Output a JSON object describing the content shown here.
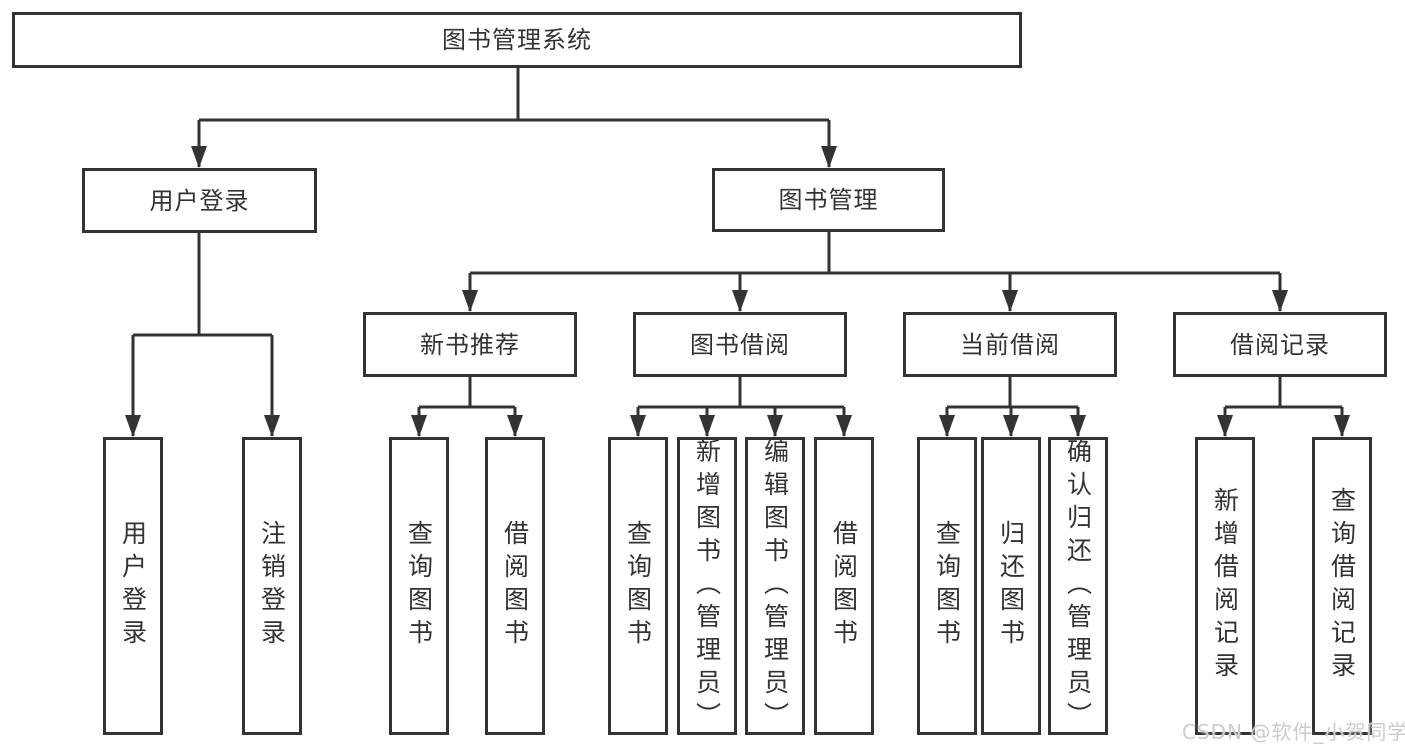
{
  "diagram": {
    "root": {
      "label": "图书管理系统"
    },
    "branches": {
      "user_login": {
        "label": "用户登录",
        "children": [
          "用户登录",
          "注销登录"
        ]
      },
      "book_mgmt": {
        "label": "图书管理"
      }
    },
    "modules": {
      "new_books": {
        "label": "新书推荐",
        "children": [
          "查询图书",
          "借阅图书"
        ]
      },
      "borrow": {
        "label": "图书借阅",
        "children": [
          "查询图书",
          "新增图书（管理员）",
          "编辑图书（管理员）",
          "借阅图书"
        ]
      },
      "current": {
        "label": "当前借阅",
        "children": [
          "查询图书",
          "归还图书",
          "确认归还（管理员）"
        ]
      },
      "records": {
        "label": "借阅记录",
        "children": [
          "新增借阅记录",
          "查询借阅记录"
        ]
      }
    },
    "watermark": "CSDN @软件_小贺同学",
    "colors": {
      "line": "#333333",
      "text": "#333333",
      "box_background": "#ffffff",
      "watermark": "#cccccc"
    }
  }
}
